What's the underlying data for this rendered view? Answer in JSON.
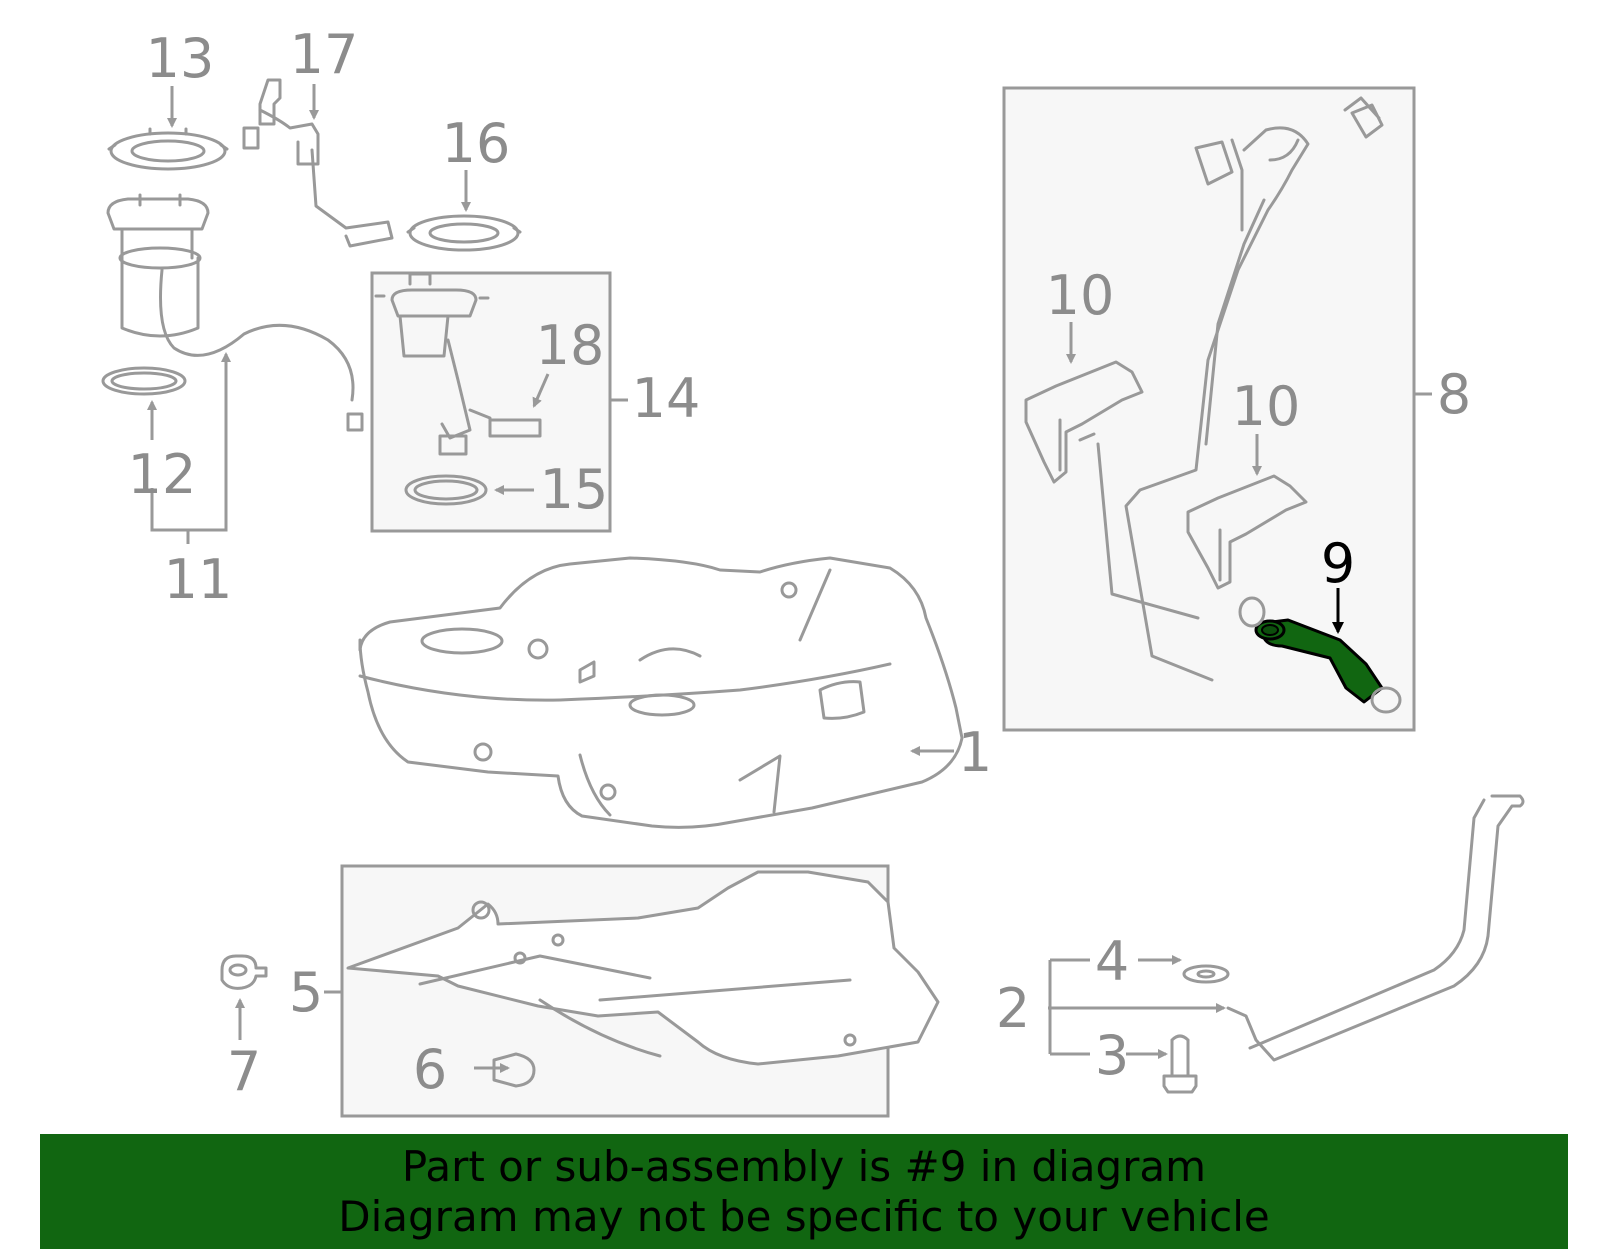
{
  "highlight_color": "#116611",
  "part_color": "#999999",
  "callouts": {
    "c1": "1",
    "c2": "2",
    "c3": "3",
    "c4": "4",
    "c5": "5",
    "c6": "6",
    "c7": "7",
    "c8": "8",
    "c9": "9",
    "c10a": "10",
    "c10b": "10",
    "c11": "11",
    "c12": "12",
    "c13": "13",
    "c14": "14",
    "c15": "15",
    "c16": "16",
    "c17": "17",
    "c18": "18"
  },
  "banner": {
    "line1": "Part or sub-assembly is #9 in diagram",
    "line2": "Diagram may not be specific to your vehicle"
  }
}
